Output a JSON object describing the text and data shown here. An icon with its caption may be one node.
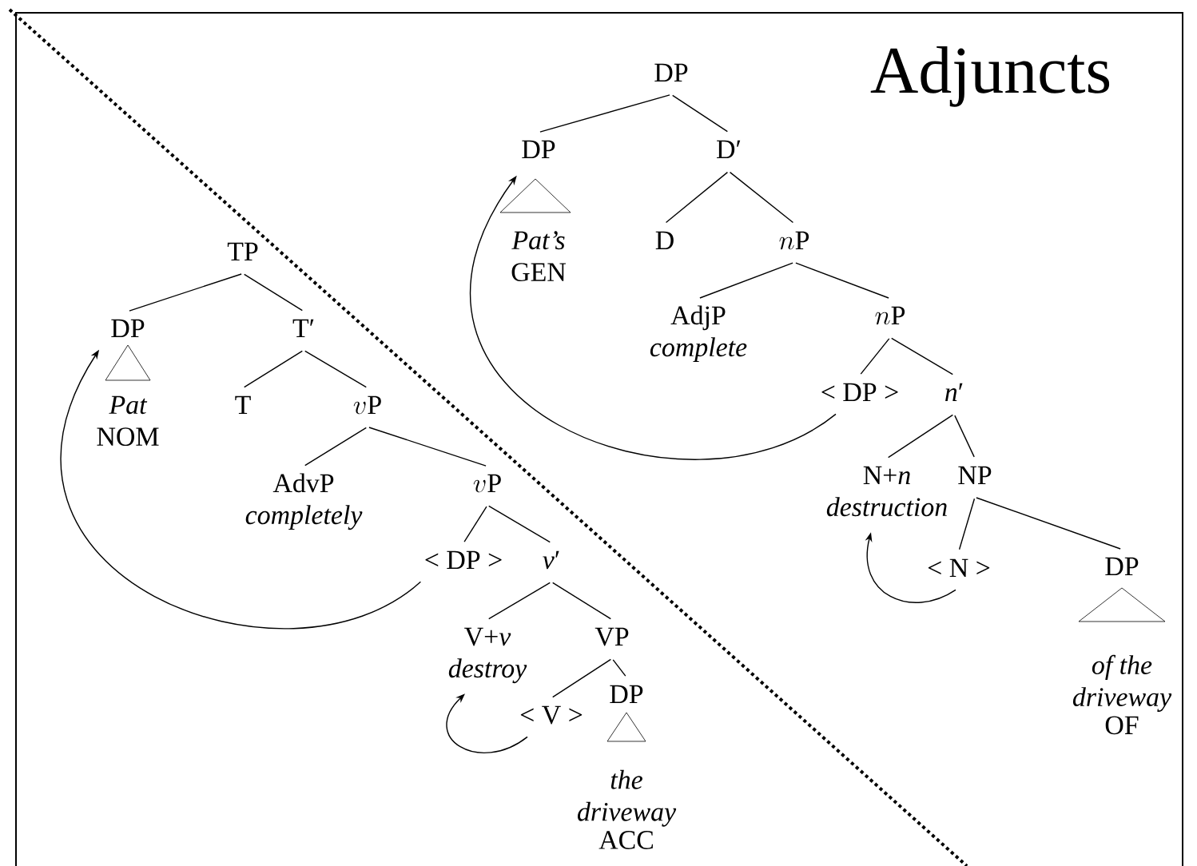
{
  "diagram": {
    "title": "Adjuncts",
    "nodes": [
      {
        "text": [
          "TP"
        ]
      },
      {
        "text": [
          "DP",
          "Pat",
          "NOM"
        ]
      },
      {
        "text": [
          "T′"
        ]
      },
      {
        "text": [
          "T"
        ]
      },
      {
        "text": [
          "v\\mathrm{P}"
        ]
      },
      {
        "text": [
          "AdvP",
          "completely"
        ]
      },
      {
        "text": [
          "v\\mathrm{P}"
        ]
      },
      {
        "text": [
          "< DP >"
        ]
      },
      {
        "text": [
          "*v*′"
        ]
      },
      {
        "text": [
          "V+*v*",
          "destroy"
        ]
      },
      {
        "text": [
          "VP"
        ]
      },
      {
        "text": [
          "< V >"
        ]
      },
      {
        "text": [
          "DP",
          "the driveway",
          "ACC"
        ]
      },
      {
        "text": [
          "DP"
        ]
      },
      {
        "text": [
          "DP",
          "Pat’s",
          "GEN"
        ]
      },
      {
        "text": [
          "D′"
        ]
      },
      {
        "text": [
          "D"
        ]
      },
      {
        "text": [
          "n\\mathrm{P}"
        ]
      },
      {
        "text": [
          "AdjP",
          "complete"
        ]
      },
      {
        "text": [
          "n\\mathrm{P}"
        ]
      },
      {
        "text": [
          "< DP >"
        ]
      },
      {
        "text": [
          "*n*′"
        ]
      },
      {
        "text": [
          "N+*n*",
          "destruction"
        ]
      },
      {
        "text": [
          "NP"
        ]
      },
      {
        "text": [
          "< N >"
        ]
      },
      {
        "text": [
          "DP",
          "of the driveway",
          "OF"
        ]
      }
    ],
    "edges": [
      {
        "from": 0,
        "to": 1,
        "arrow": "none"
      },
      {
        "from": 0,
        "to": 2,
        "arrow": "none"
      },
      {
        "from": 2,
        "to": 3,
        "arrow": "none"
      },
      {
        "from": 2,
        "to": 4,
        "arrow": "none"
      },
      {
        "from": 4,
        "to": 5,
        "arrow": "none"
      },
      {
        "from": 4,
        "to": 6,
        "arrow": "none"
      },
      {
        "from": 6,
        "to": 7,
        "arrow": "none"
      },
      {
        "from": 6,
        "to": 8,
        "arrow": "none"
      },
      {
        "from": 8,
        "to": 9,
        "arrow": "none"
      },
      {
        "from": 8,
        "to": 10,
        "arrow": "none"
      },
      {
        "from": 10,
        "to": 11,
        "arrow": "none"
      },
      {
        "from": 10,
        "to": 12,
        "arrow": "none"
      },
      {
        "from": 13,
        "to": 14,
        "arrow": "none"
      },
      {
        "from": 13,
        "to": 15,
        "arrow": "none"
      },
      {
        "from": 15,
        "to": 16,
        "arrow": "none"
      },
      {
        "from": 15,
        "to": 17,
        "arrow": "none"
      },
      {
        "from": 17,
        "to": 18,
        "arrow": "none"
      },
      {
        "from": 17,
        "to": 19,
        "arrow": "none"
      },
      {
        "from": 19,
        "to": 20,
        "arrow": "none"
      },
      {
        "from": 19,
        "to": 21,
        "arrow": "none"
      },
      {
        "from": 21,
        "to": 22,
        "arrow": "none"
      },
      {
        "from": 21,
        "to": 23,
        "arrow": "none"
      },
      {
        "from": 23,
        "to": 24,
        "arrow": "none"
      },
      {
        "from": 23,
        "to": 25,
        "arrow": "none"
      },
      {
        "from": 7,
        "to": 1,
        "arrow": "to"
      },
      {
        "from": 11,
        "to": 9,
        "arrow": "to"
      },
      {
        "from": 20,
        "to": 14,
        "arrow": "to"
      },
      {
        "from": 24,
        "to": 22,
        "arrow": "to"
      }
    ]
  }
}
